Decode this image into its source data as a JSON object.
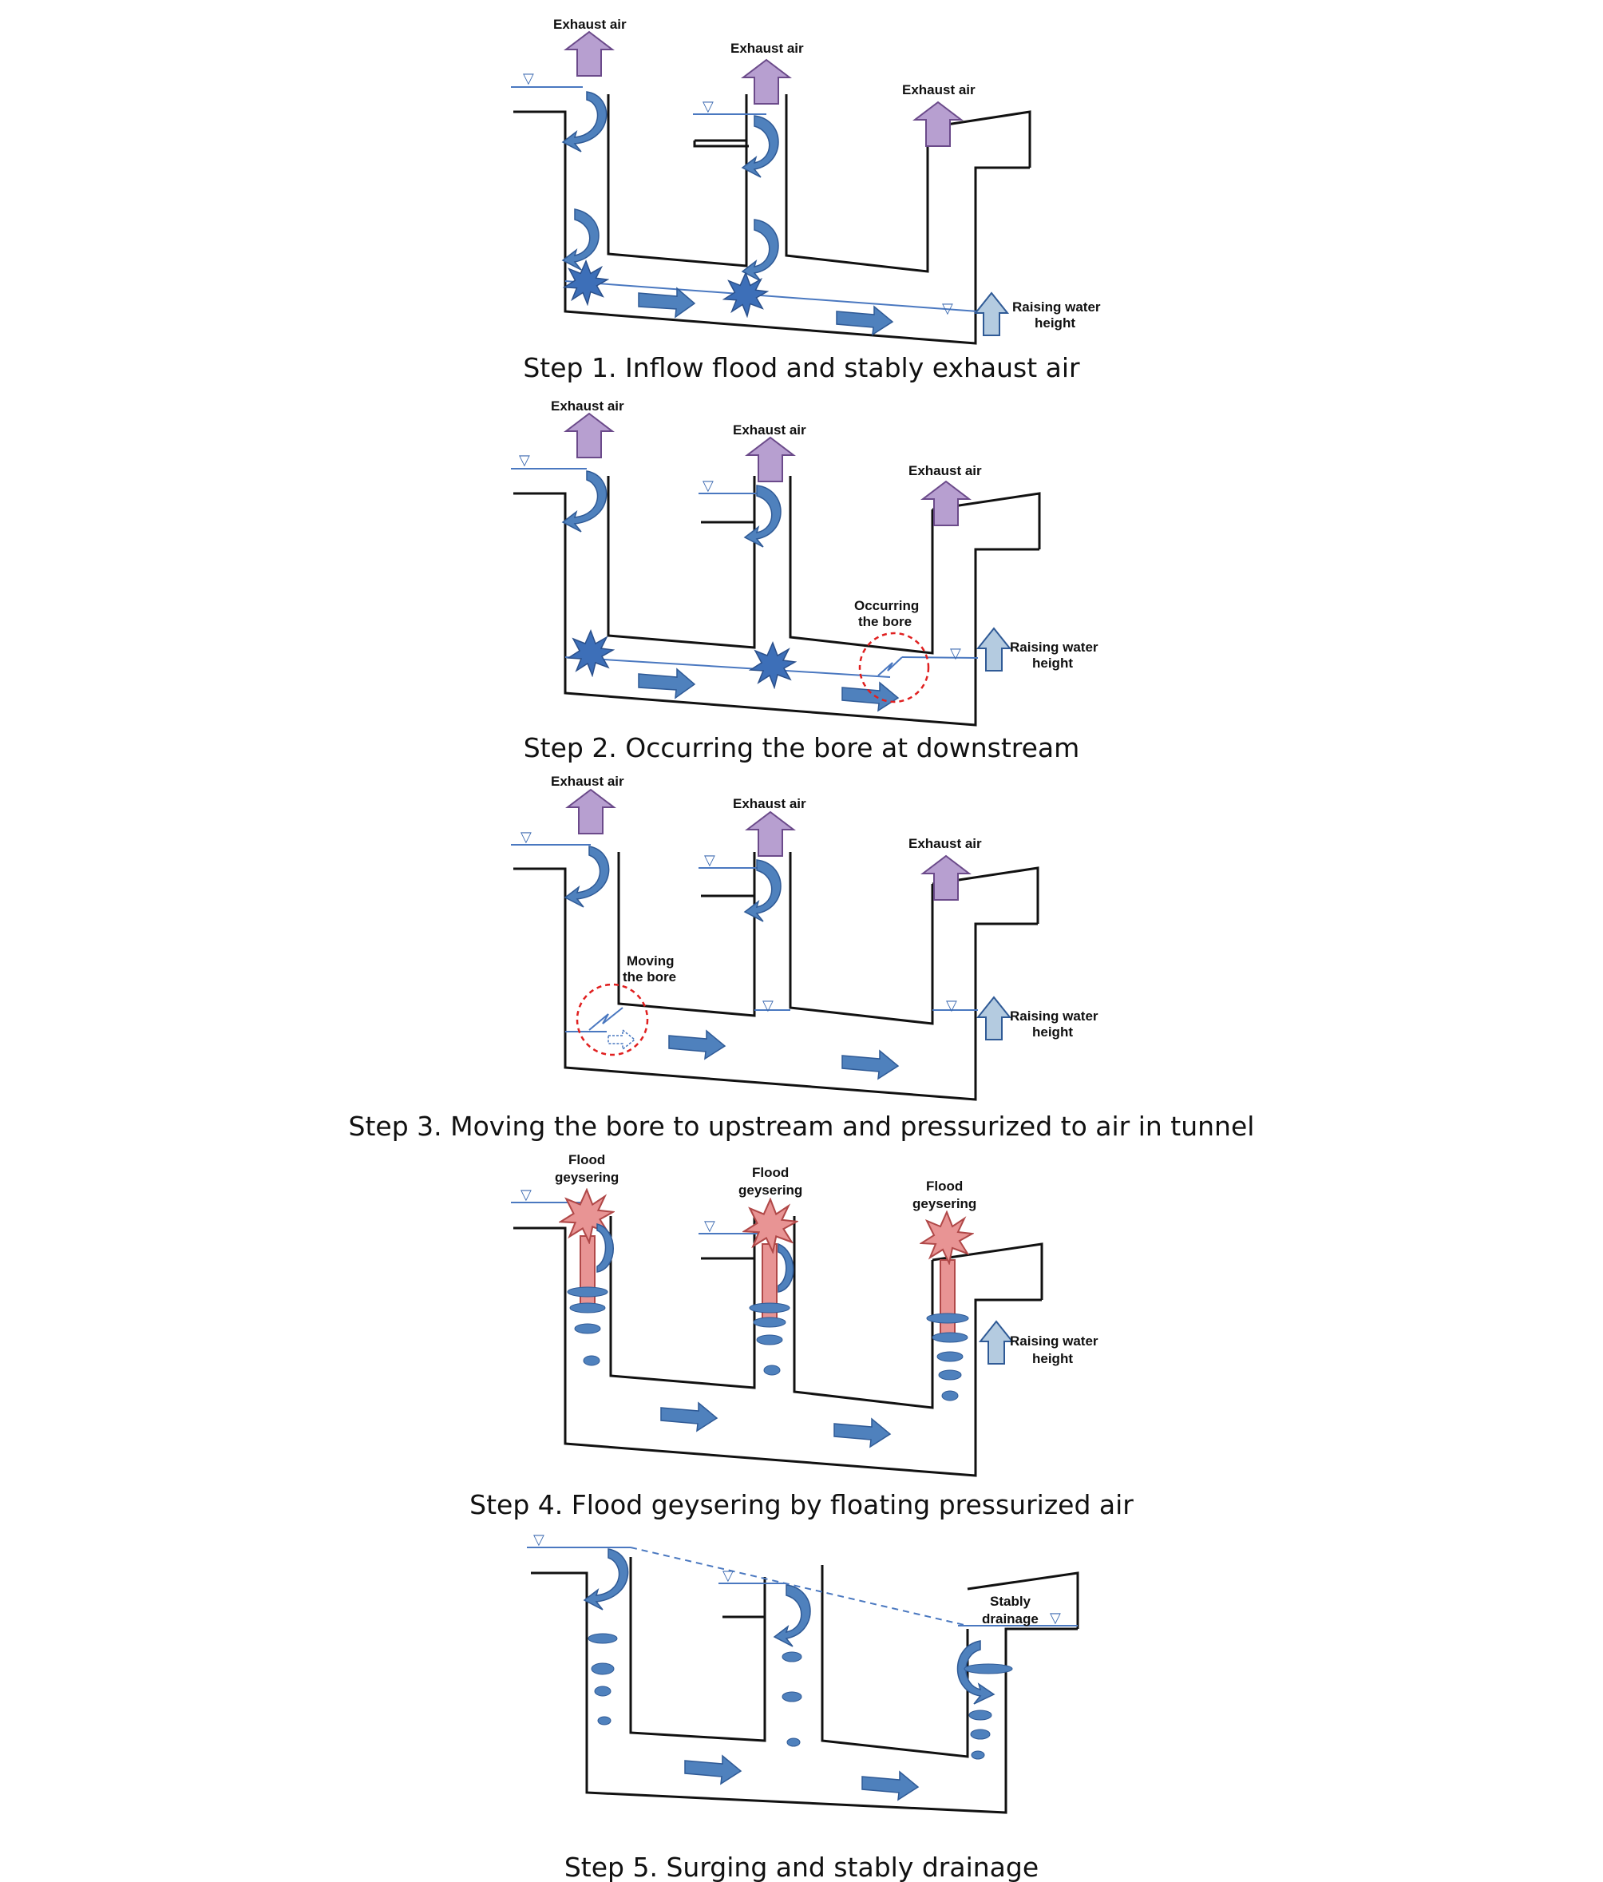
{
  "steps": [
    {
      "caption": "Step 1. Inflow flood and stably exhaust air",
      "exhaust": [
        "Exhaust air",
        "Exhaust air",
        "Exhaust air"
      ],
      "raising": [
        "Raising water",
        "height"
      ]
    },
    {
      "caption": "Step 2. Occurring the bore at downstream",
      "exhaust": [
        "Exhaust air",
        "Exhaust air",
        "Exhaust air"
      ],
      "raising": [
        "Raising water",
        "height"
      ],
      "bore_note": [
        "Occurring",
        "the bore"
      ]
    },
    {
      "caption": "Step 3. Moving the bore to upstream and pressurized to air in tunnel",
      "exhaust": [
        "Exhaust air",
        "Exhaust air",
        "Exhaust air"
      ],
      "raising": [
        "Raising water",
        "height"
      ],
      "bore_note": [
        "Moving",
        "the bore"
      ]
    },
    {
      "caption": "Step 4. Flood geysering by floating pressurized air",
      "geyser": [
        [
          "Flood",
          "geysering"
        ],
        [
          "Flood",
          "geysering"
        ],
        [
          "Flood",
          "geysering"
        ]
      ],
      "raising": [
        "Raising water",
        "height"
      ]
    },
    {
      "caption": "Step 5. Surging and stably drainage",
      "drain_note": [
        "Stably",
        "drainage"
      ]
    }
  ],
  "colors": {
    "exhaust_arrow": "#b79fd0",
    "raising_arrow": "#b4cbe0",
    "flow_arrow": "#4f81bd",
    "geyser": "#e89494",
    "bore_circle": "#e02020",
    "water_line": "#4a78c0"
  }
}
